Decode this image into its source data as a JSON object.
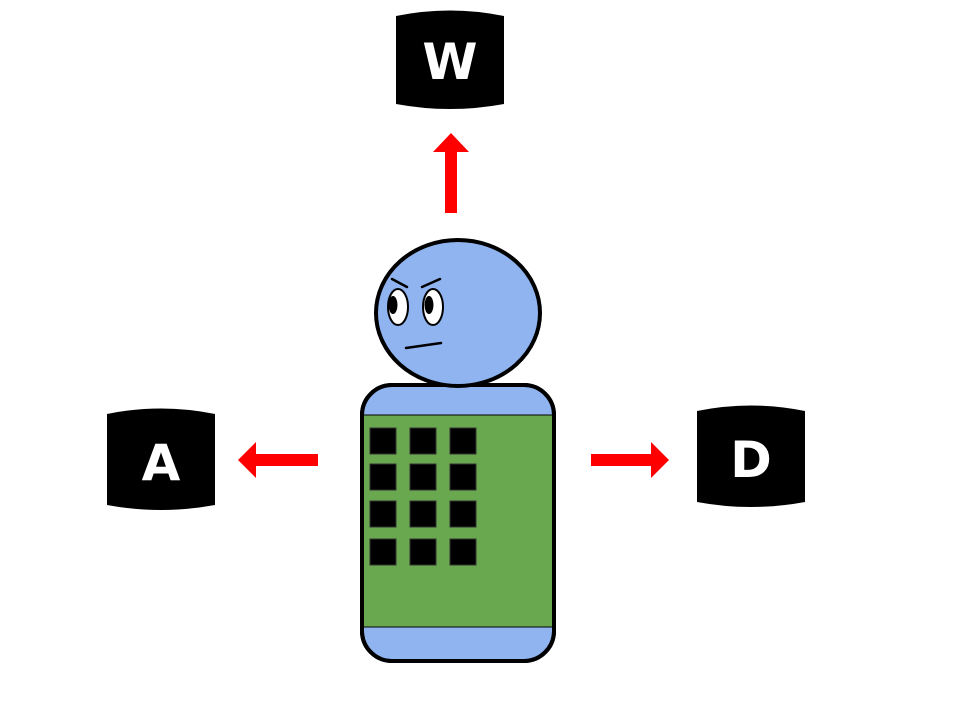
{
  "keys": {
    "up": {
      "label": "W"
    },
    "left": {
      "label": "A"
    },
    "right": {
      "label": "D"
    }
  },
  "colors": {
    "key_fill": "#000000",
    "key_text": "#ffffff",
    "arrow": "#ff0000",
    "skin": "#8fb4f0",
    "torso": "#6aa84f",
    "grid_square": "#000000"
  },
  "icons": {
    "character": "angry-robot-character-icon",
    "arrows": [
      "arrow-up-icon",
      "arrow-left-icon",
      "arrow-right-icon"
    ]
  }
}
